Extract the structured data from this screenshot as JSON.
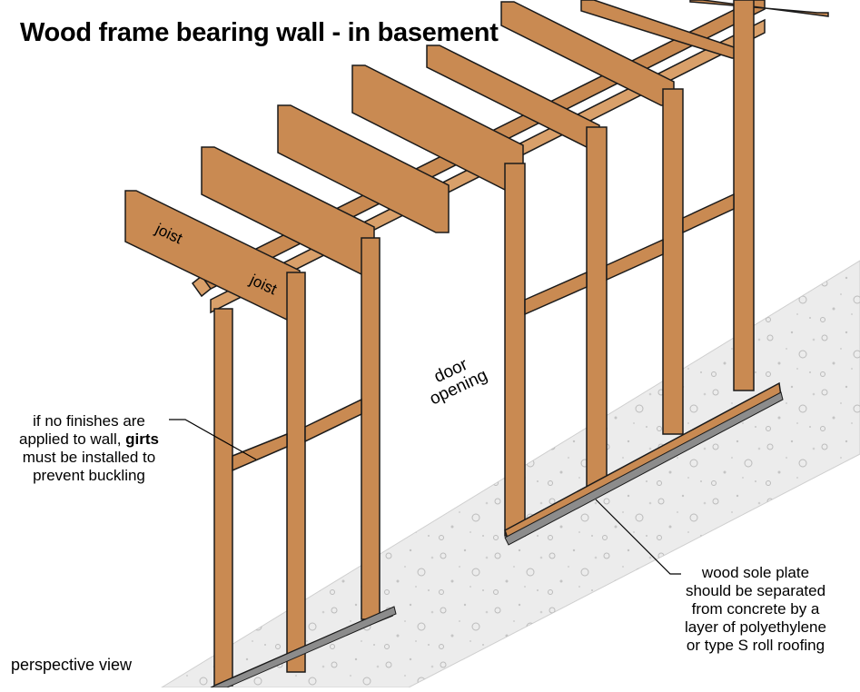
{
  "title": "Wood frame bearing wall - in basement",
  "labels": {
    "joist_1": "joist",
    "joist_2": "joist",
    "door_line1": "door",
    "door_line2": "opening",
    "perspective": "perspective view"
  },
  "annotations": {
    "girts_line1": "if no finishes are",
    "girts_line2_pre": "applied to wall, ",
    "girts_line2_bold": "girts",
    "girts_line3": "must be installed to",
    "girts_line4": "prevent buckling",
    "sole_line1": "wood sole plate",
    "sole_line2": "should be separated",
    "sole_line3": "from concrete by a",
    "sole_line4": "layer of polyethylene",
    "sole_line5": "or type S roll roofing"
  },
  "colors": {
    "wood": "#c98a52",
    "wood_light": "#d9a06a",
    "wood_dark": "#9a6236",
    "concrete": "#ebebeb",
    "polyethylene": "#8c8c8c",
    "outline": "#1a1a1a"
  }
}
